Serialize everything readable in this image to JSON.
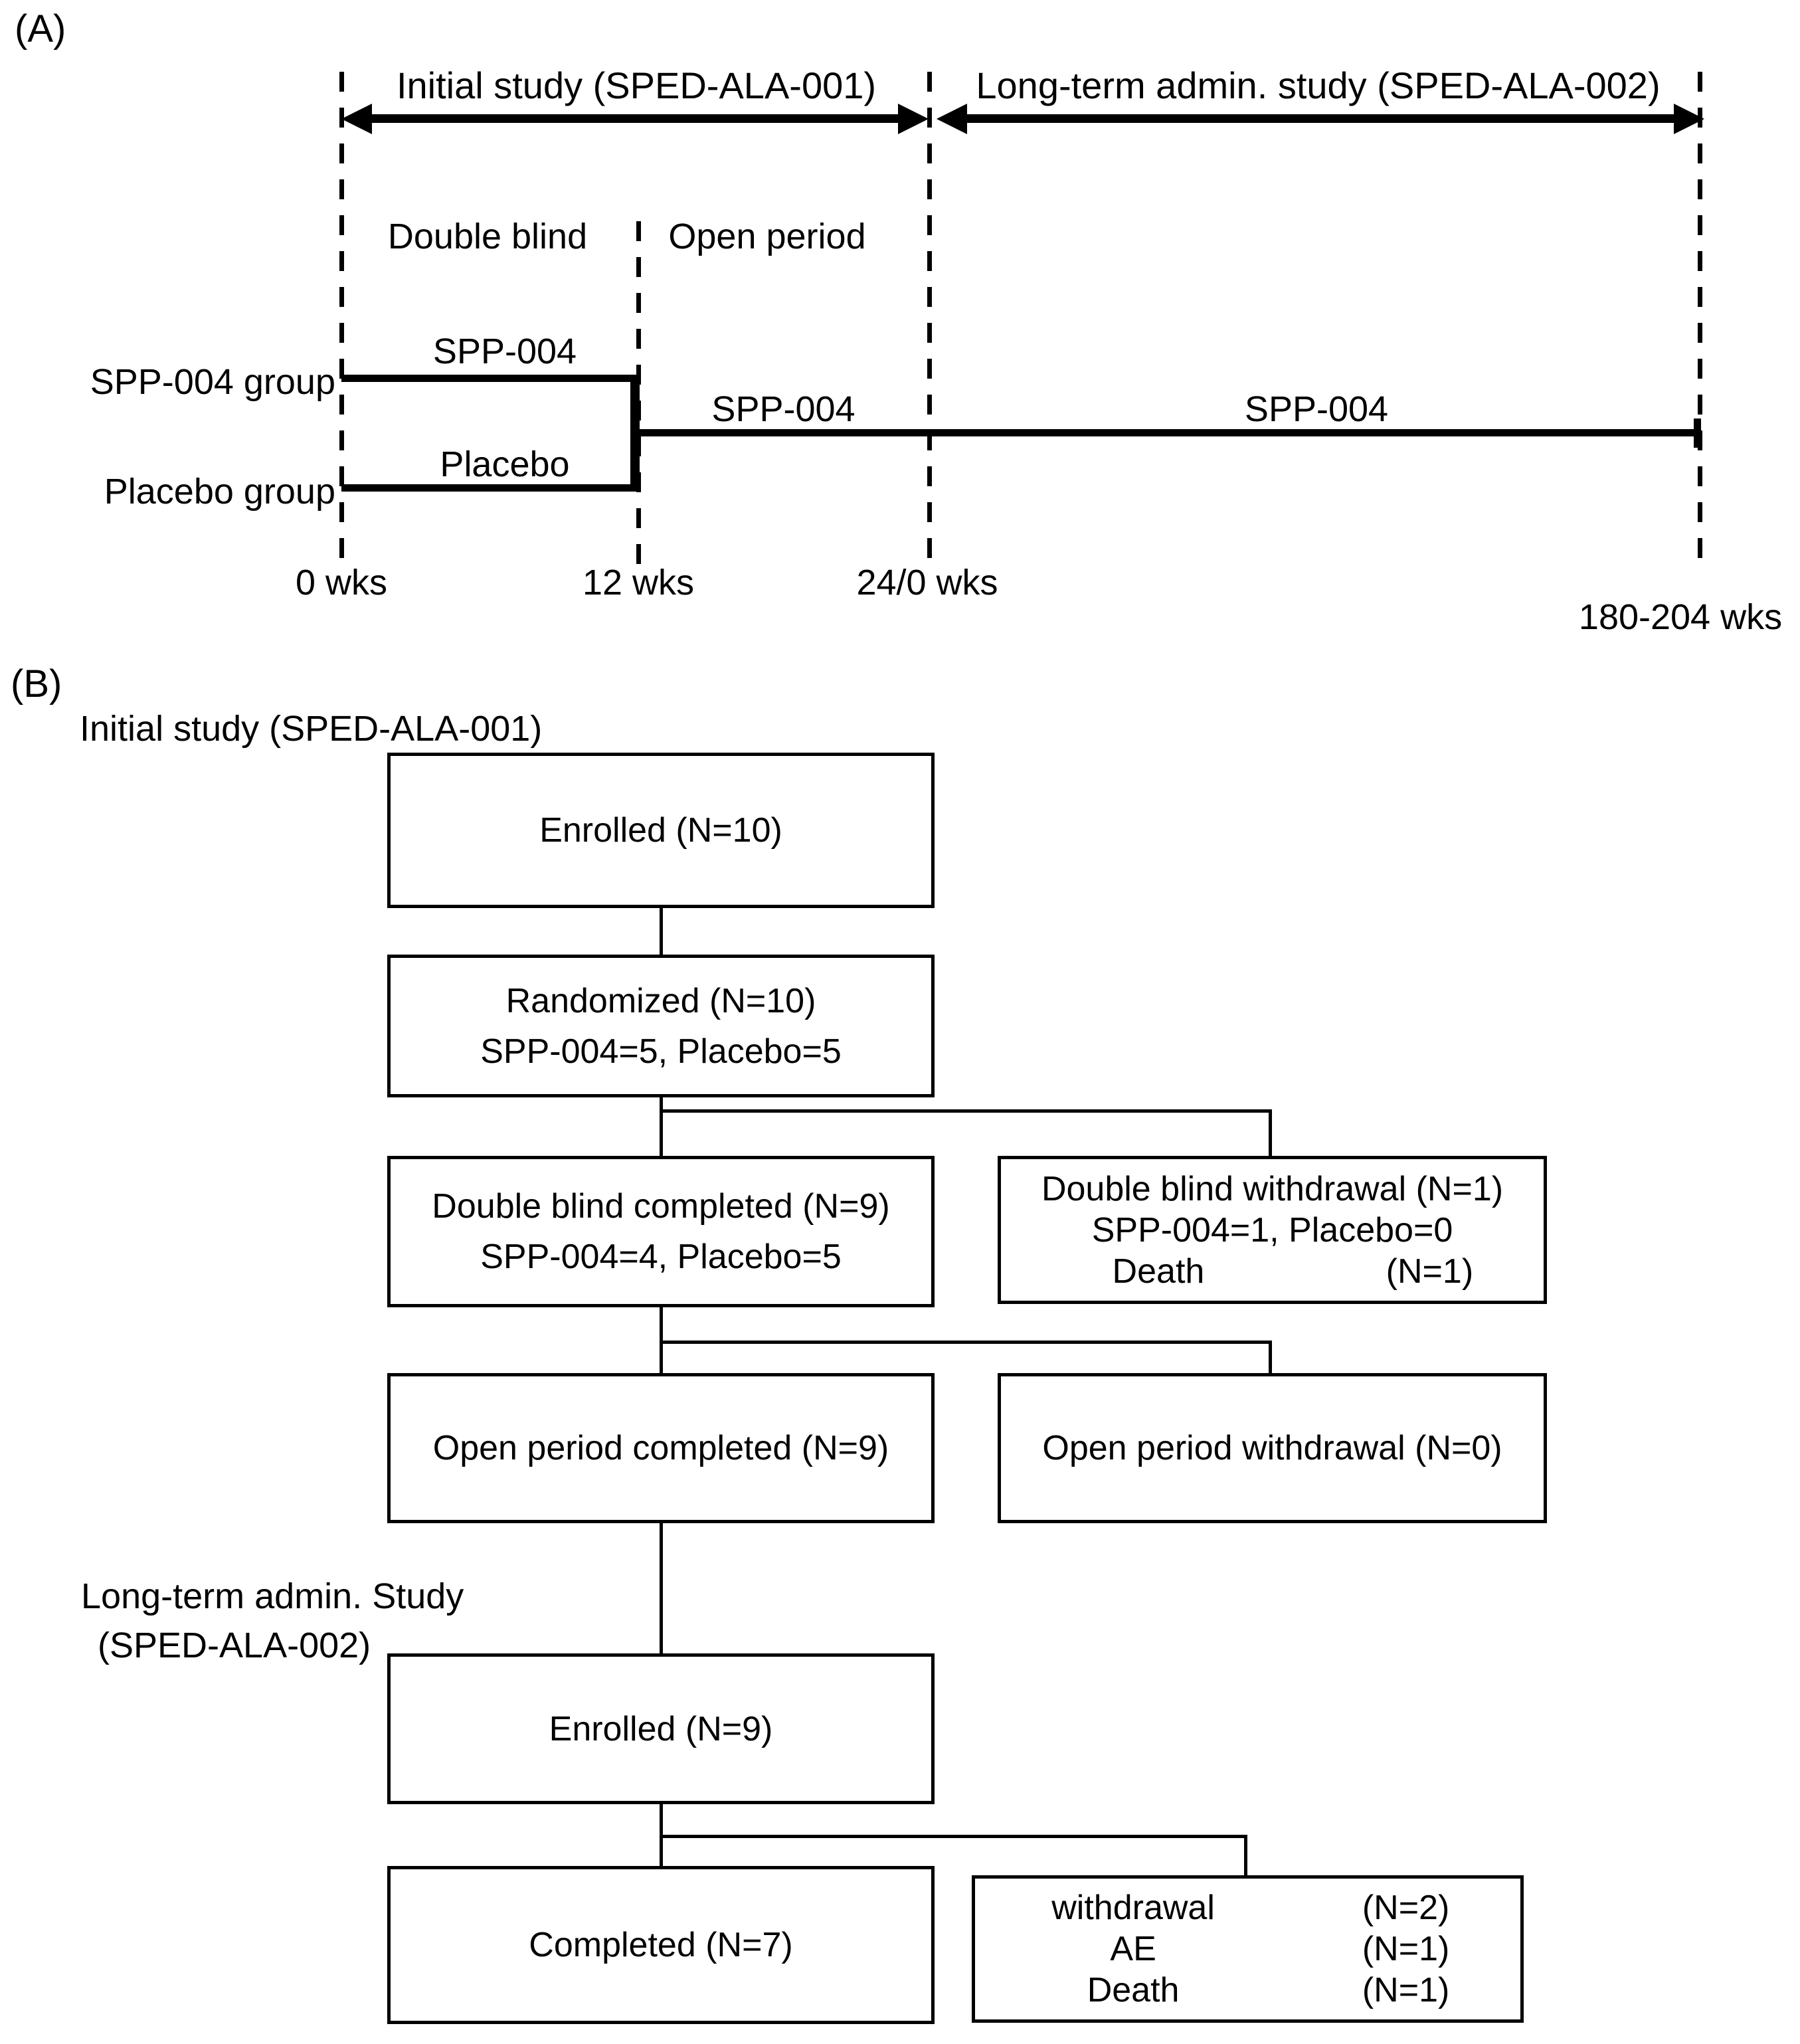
{
  "colors": {
    "ink": "#000000",
    "paper": "#ffffff"
  },
  "panelA": {
    "label": "(A)",
    "phase1_title": "Initial study (SPED-ALA-001)",
    "phase2_title": "Long-term admin. study (SPED-ALA-002)",
    "period1_label": "Double blind",
    "period2_label": "Open period",
    "group1_label": "SPP-004 group",
    "group2_label": "Placebo group",
    "group1_treatment": "SPP-004",
    "group2_treatment": "Placebo",
    "open_treatment": "SPP-004",
    "longterm_treatment": "SPP-004",
    "tick0": "0 wks",
    "tick12": "12 wks",
    "tick24": "24/0 wks",
    "tick180": "180-204 wks"
  },
  "panelB": {
    "label": "(B)",
    "initial_study_title": "Initial study (SPED-ALA-001)",
    "longterm_study_title_line1": "Long-term admin. Study",
    "longterm_study_title_line2": "(SPED-ALA-002)",
    "enrolled_initial": "Enrolled (N=10)",
    "randomized_line1": "Randomized (N=10)",
    "randomized_line2": "SPP-004=5, Placebo=5",
    "db_completed_line1": "Double blind completed (N=9)",
    "db_completed_line2": "SPP-004=4, Placebo=5",
    "db_withdrawal_line1": "Double blind withdrawal (N=1)",
    "db_withdrawal_line2": "SPP-004=1, Placebo=0",
    "db_withdrawal_reason_label": "Death",
    "db_withdrawal_reason_value": "(N=1)",
    "open_completed": "Open period completed (N=9)",
    "open_withdrawal": "Open period withdrawal (N=0)",
    "enrolled_longterm": "Enrolled (N=9)",
    "completed": "Completed (N=7)",
    "lt_withdrawal_rows": [
      {
        "label": "withdrawal",
        "value": "(N=2)"
      },
      {
        "label": "AE",
        "value": "(N=1)"
      },
      {
        "label": "Death",
        "value": "(N=1)"
      }
    ]
  }
}
